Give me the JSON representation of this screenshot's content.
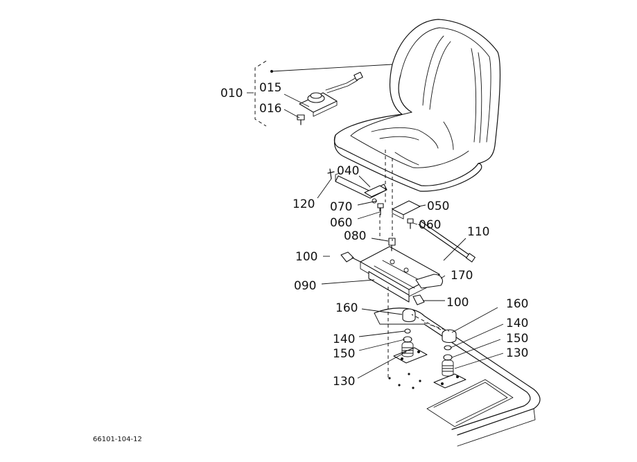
{
  "drawing_code": "66101-104-12",
  "labels": {
    "l010": "010",
    "l015": "015",
    "l016": "016",
    "l040": "040",
    "l120": "120",
    "l070": "070",
    "l050": "050",
    "l060a": "060",
    "l060b": "060",
    "l110": "110",
    "l080": "080",
    "l100a": "100",
    "l170": "170",
    "l090": "090",
    "l100b": "100",
    "l160a": "160",
    "l160b": "160",
    "l140a": "140",
    "l140b": "140",
    "l150a": "150",
    "l150b": "150",
    "l130a": "130",
    "l130b": "130"
  }
}
